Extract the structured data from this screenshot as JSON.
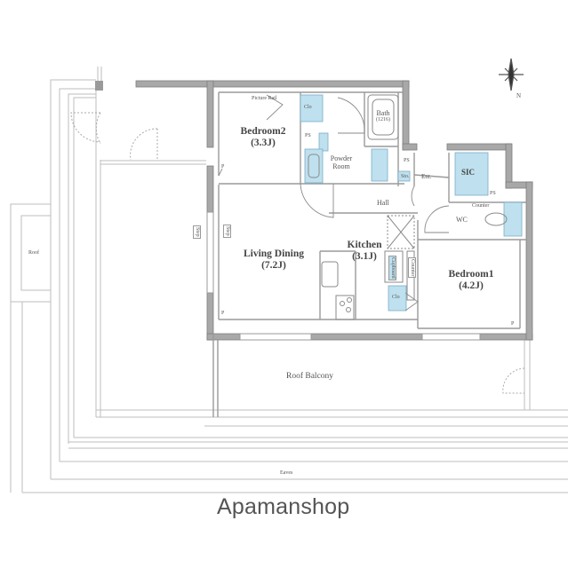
{
  "brand": "Apamanshop",
  "compass": {
    "label": "N",
    "icon": "north-compass-icon"
  },
  "rooms": {
    "bedroom2": {
      "name": "Bedroom2",
      "size": "(3.3J)"
    },
    "bedroom1": {
      "name": "Bedroom1",
      "size": "(4.2J)"
    },
    "living_dining": {
      "name": "Living Dining",
      "size": "(7.2J)"
    },
    "kitchen": {
      "name": "Kitchen",
      "size": "(3.1J)"
    },
    "powder_room": {
      "name": "Powder",
      "name2": "Room"
    },
    "bath": {
      "name": "Bath",
      "size": "(1216)"
    },
    "hall": {
      "name": "Hall"
    },
    "wc": {
      "name": "WC"
    },
    "sic": {
      "name": "SIC"
    },
    "entrance": {
      "name": "Ent."
    },
    "roof_balcony": {
      "name": "Roof Balcony"
    },
    "eaves": {
      "name": "Eaves"
    },
    "roof": {
      "name": "Roof"
    }
  },
  "fixtures": {
    "picture_rail": "Picture Rail",
    "closet_bedroom2": "Clo",
    "closet_bedroom1": "Clo",
    "ps_1": "PS",
    "ps_2": "PS",
    "ps_3": "PS",
    "sto": "Sto.",
    "counter_wc": "Counter",
    "counter_kitchen": "Counter",
    "cupboard": "Cupboard",
    "step_1": "Step",
    "step_2": "Step",
    "p_1": "P",
    "p_2": "P",
    "p_3": "P"
  }
}
